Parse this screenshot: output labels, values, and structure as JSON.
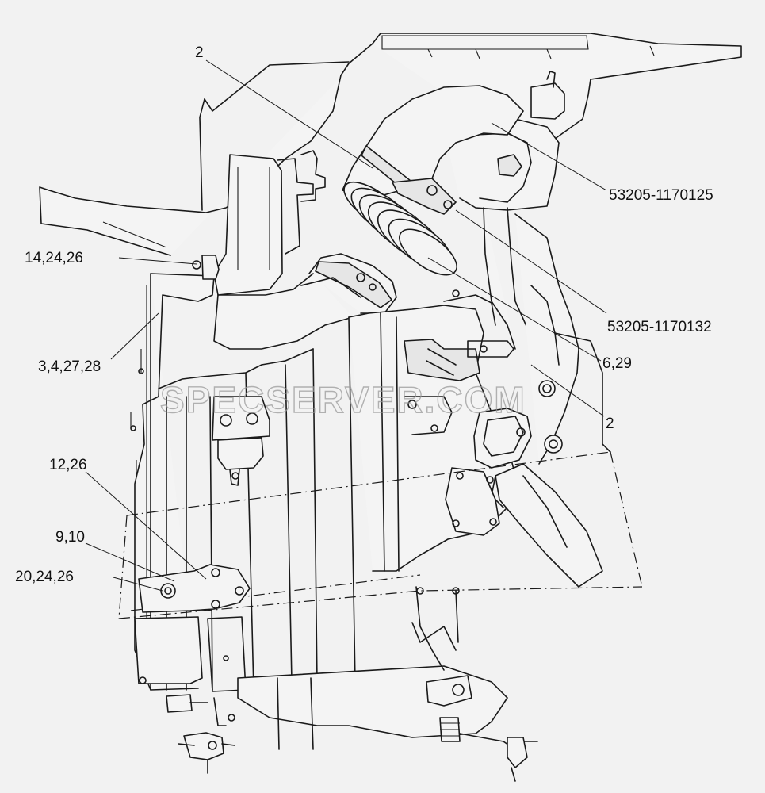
{
  "watermark": "SPECSERVER.COM",
  "callouts": [
    {
      "id": "c1",
      "text": "2"
    },
    {
      "id": "c2",
      "text": "53205-1170125"
    },
    {
      "id": "c3",
      "text": "14,24,26"
    },
    {
      "id": "c4",
      "text": "53205-1170132"
    },
    {
      "id": "c5",
      "text": "3,4,27,28"
    },
    {
      "id": "c6",
      "text": "6,29"
    },
    {
      "id": "c7",
      "text": "2"
    },
    {
      "id": "c8",
      "text": "12,26"
    },
    {
      "id": "c9",
      "text": "9,10"
    },
    {
      "id": "c10",
      "text": "20,24,26"
    }
  ]
}
